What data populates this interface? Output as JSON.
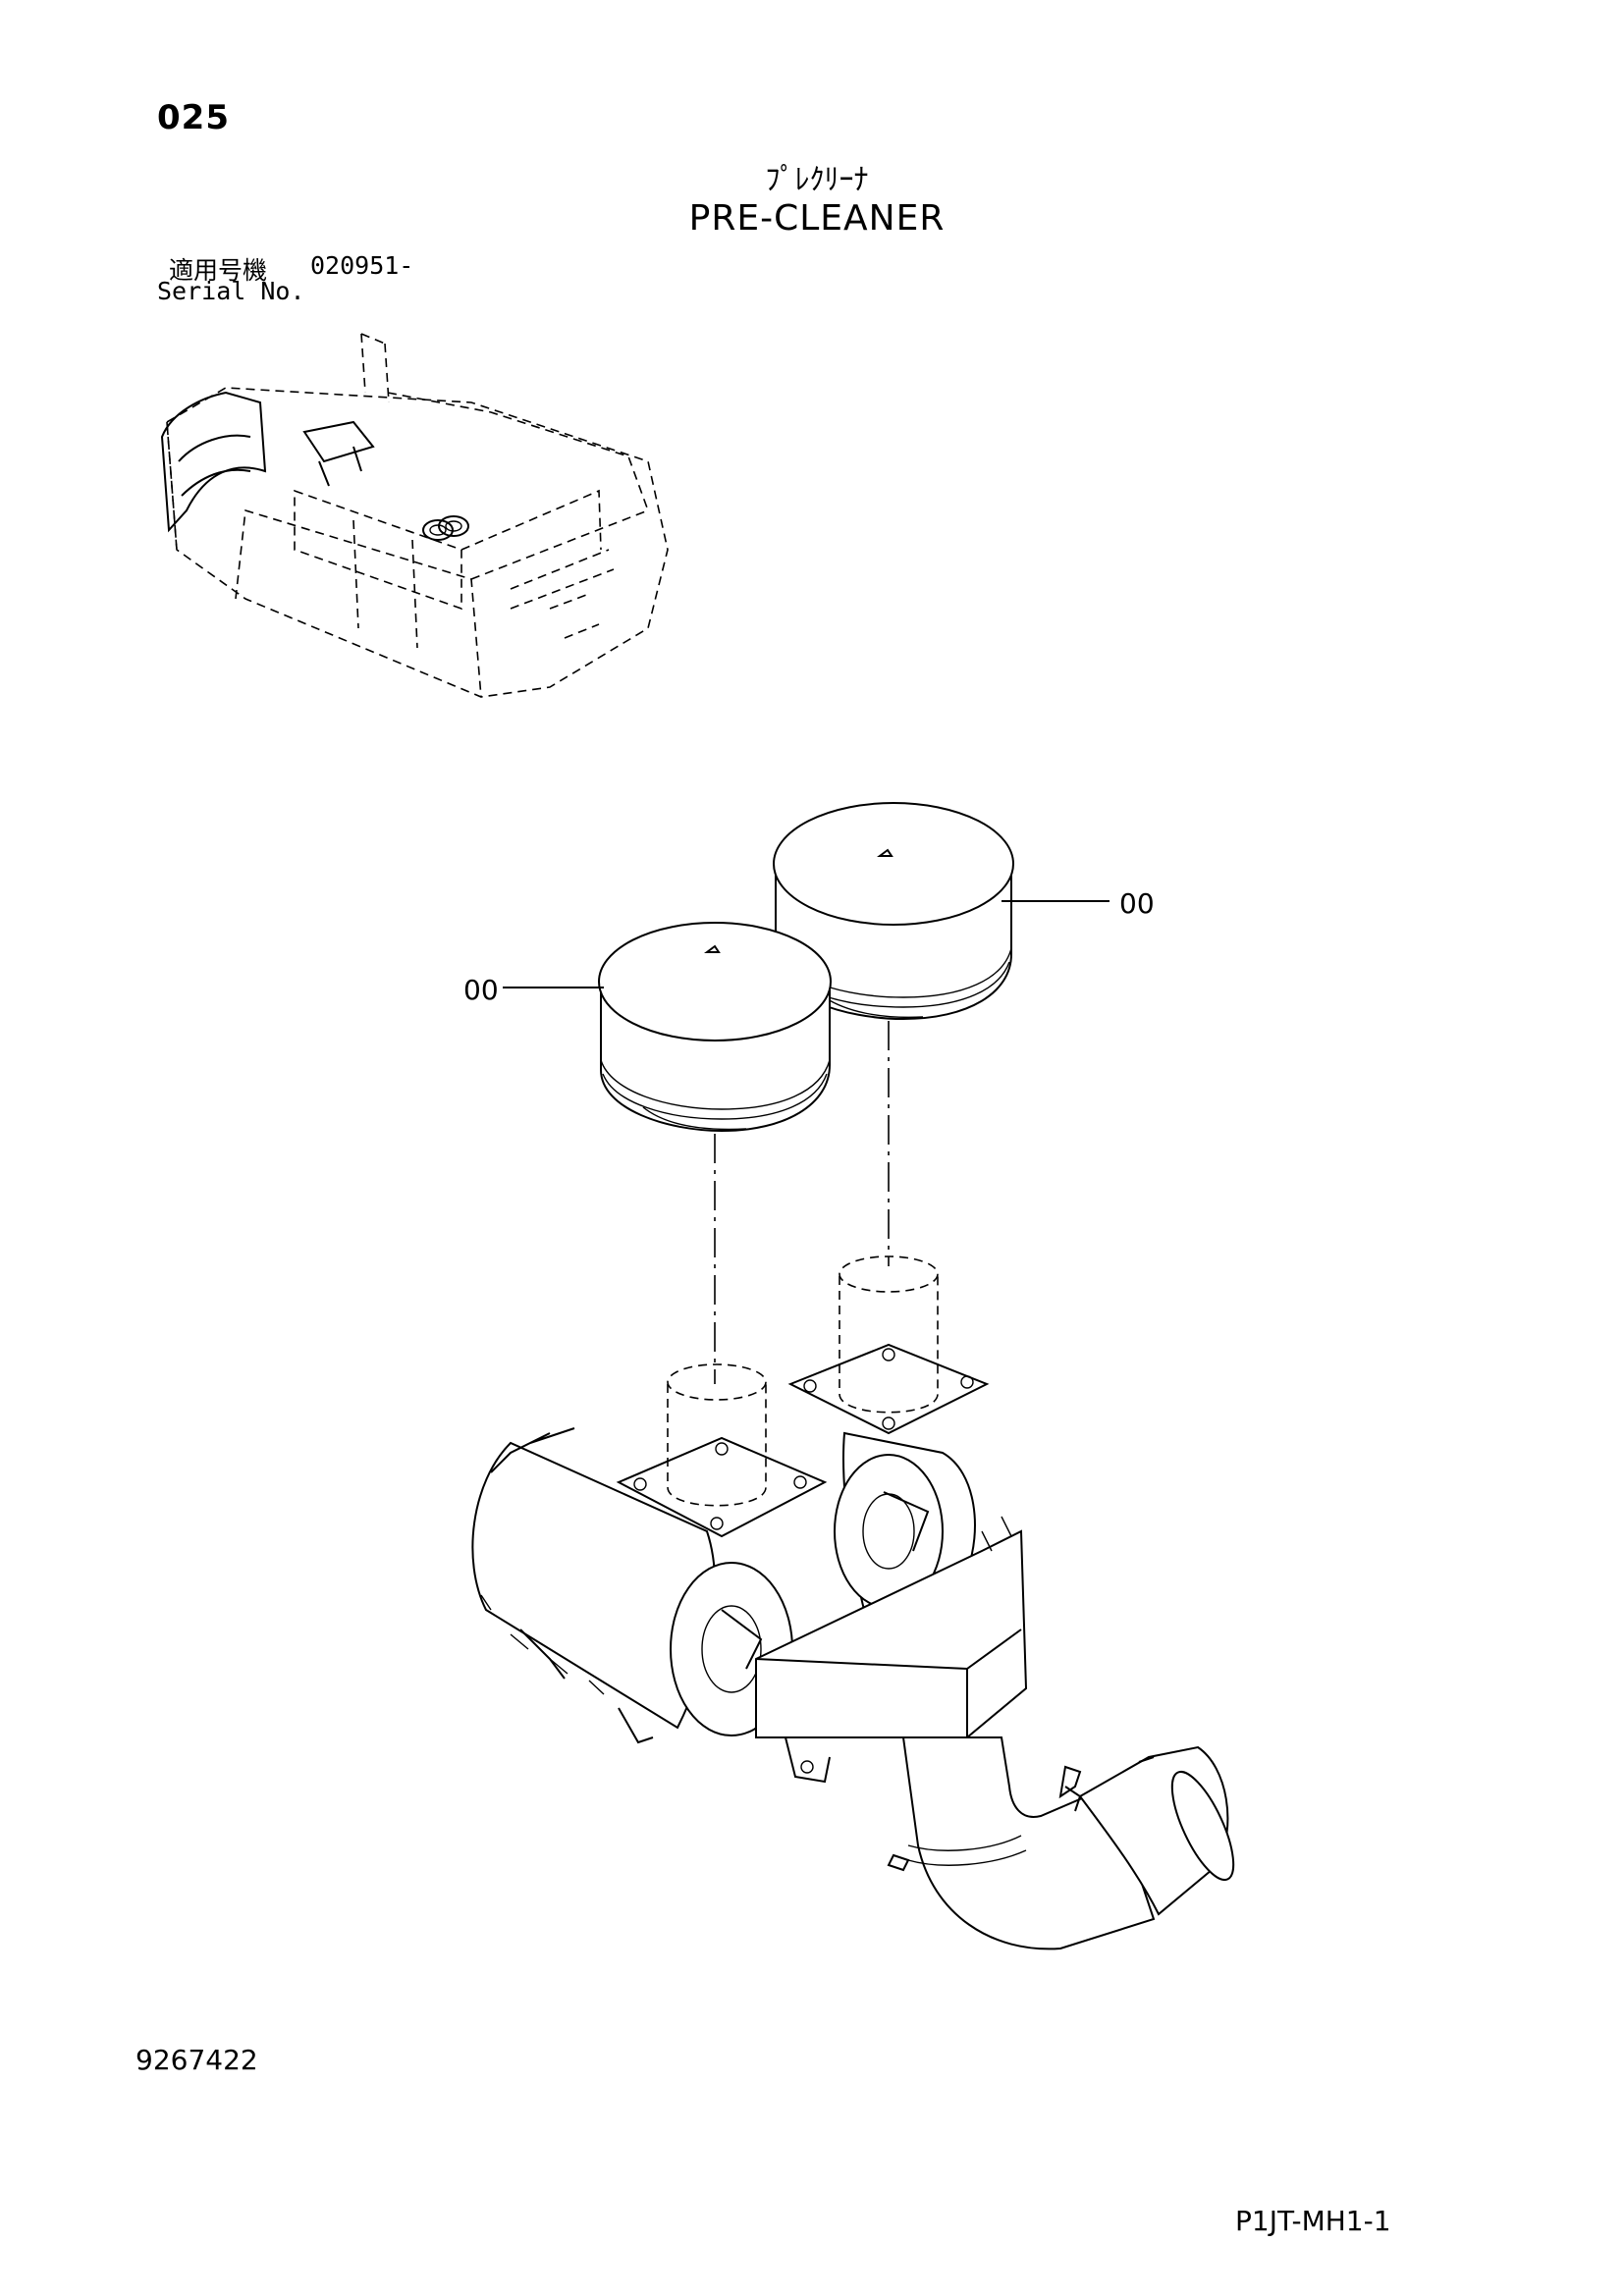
{
  "header": {
    "page_number": "025",
    "title_jp": "ﾌﾟﾚｸﾘｰﾅ",
    "title_en": "PRE-CLEANER"
  },
  "serial": {
    "label_jp": "適用号機",
    "value": "020951-",
    "label_en": "Serial No."
  },
  "callouts": {
    "left": "00",
    "right": "00"
  },
  "footer": {
    "drawing_code": "9267422",
    "sheet_code": "P1JT-MH1-1"
  }
}
